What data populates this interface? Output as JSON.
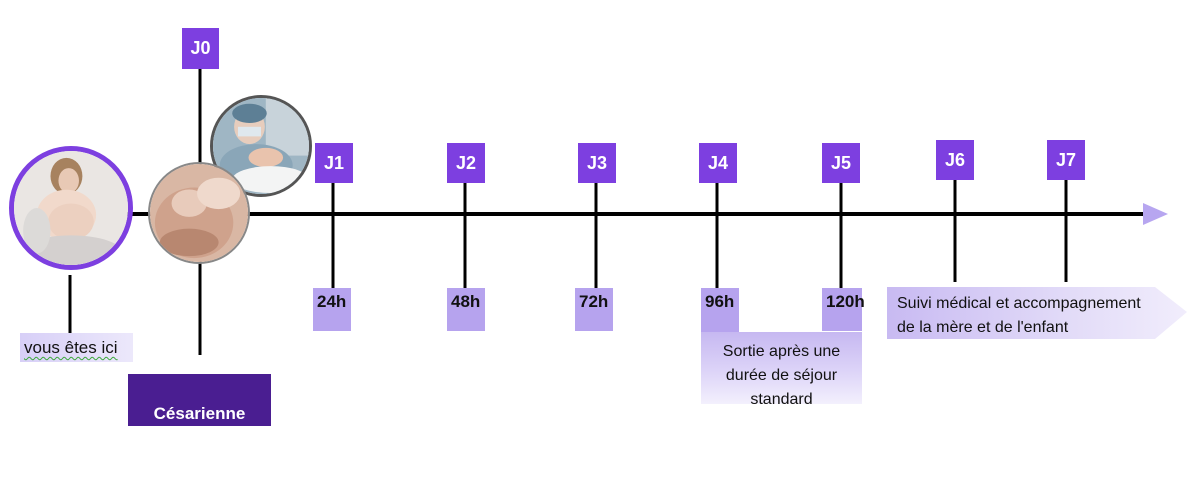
{
  "days": [
    {
      "key": "j0",
      "label": "J0"
    },
    {
      "key": "j1",
      "label": "J1"
    },
    {
      "key": "j2",
      "label": "J2"
    },
    {
      "key": "j3",
      "label": "J3"
    },
    {
      "key": "j4",
      "label": "J4"
    },
    {
      "key": "j5",
      "label": "J5"
    },
    {
      "key": "j6",
      "label": "J6"
    },
    {
      "key": "j7",
      "label": "J7"
    }
  ],
  "hours": [
    {
      "key": "h24",
      "label": "24h"
    },
    {
      "key": "h48",
      "label": "48h"
    },
    {
      "key": "h72",
      "label": "72h"
    },
    {
      "key": "h96",
      "label": "96h"
    },
    {
      "key": "h120",
      "label": "120h"
    }
  ],
  "you_are_here": "vous êtes ici",
  "procedure": "Césarienne",
  "discharge_note": "Sortie après une durée de séjour standard",
  "followup_note": "Suivi médical et accompagnement de la mère et de l'enfant",
  "photos": [
    "pregnant-woman-photo",
    "newborn-photo",
    "surgery-photo"
  ],
  "colors": {
    "day_box": "#7d3fe0",
    "hour_box": "#b6a3ee",
    "procedure_box": "#4a1e91",
    "arrow": "#b7a6f0",
    "ring": "#7d3fe0",
    "line": "#000000"
  }
}
